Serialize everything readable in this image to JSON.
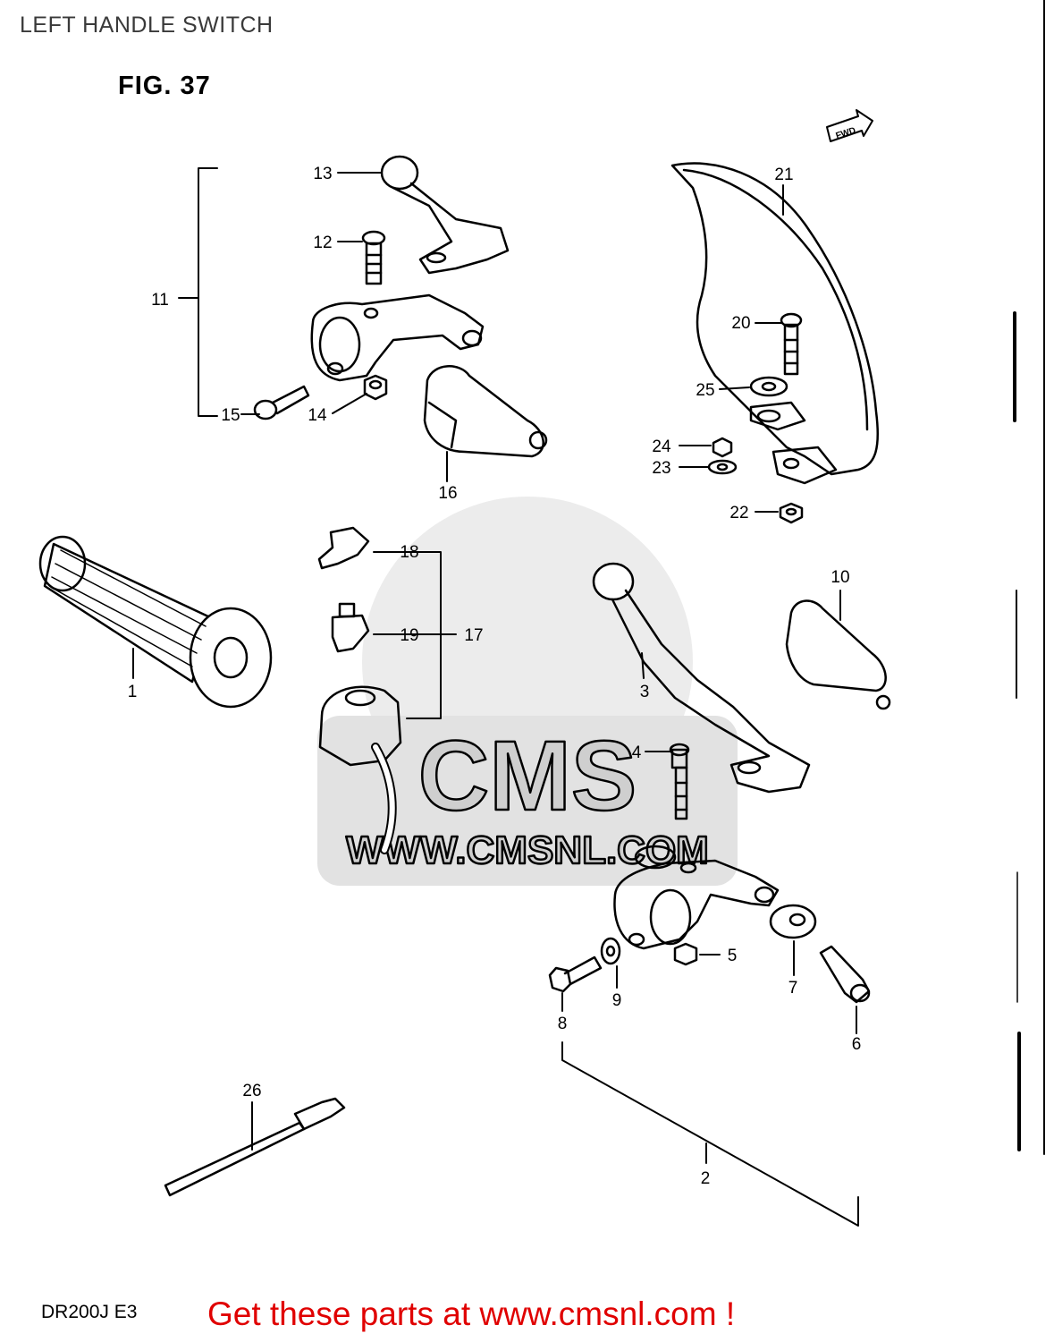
{
  "header": {
    "title": "LEFT HANDLE SWITCH"
  },
  "figure": {
    "label": "FIG. 37",
    "model": "DR200J  E3"
  },
  "direction_badge": "FWD",
  "watermark": {
    "brand": "CMS",
    "url": "WWW.CMSNL.COM"
  },
  "footer": {
    "promo": "Get these parts at www.cmsnl.com !"
  },
  "parts": {
    "p1": "1",
    "p2": "2",
    "p3": "3",
    "p4": "4",
    "p5": "5",
    "p6": "6",
    "p7": "7",
    "p8": "8",
    "p9": "9",
    "p10": "10",
    "p11": "11",
    "p12": "12",
    "p13": "13",
    "p14": "14",
    "p15": "15",
    "p16": "16",
    "p17": "17",
    "p18": "18",
    "p19": "19",
    "p20": "20",
    "p21": "21",
    "p22": "22",
    "p23": "23",
    "p24": "24",
    "p25": "25",
    "p26": "26"
  },
  "colors": {
    "promo": "#e00000",
    "watermark": "#cfcfcf",
    "ink": "#000000"
  }
}
